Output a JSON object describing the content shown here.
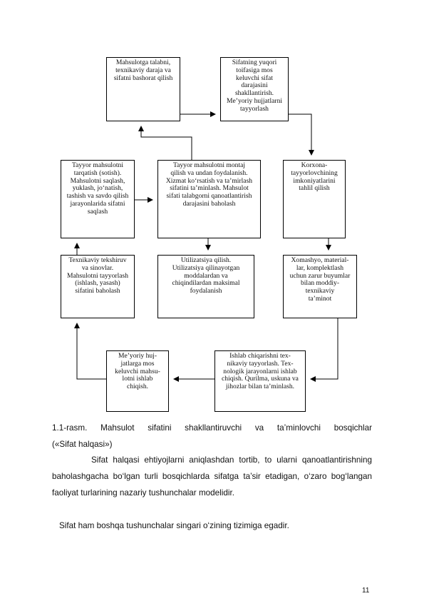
{
  "diagram": {
    "boxes": {
      "b1": "Mahsulotga talabni,\ntexnikaviy daraja va\nsifatni bashorat qilish",
      "b2": "Sifatning yuqori\ntoifasiga mos\nkeluvchi sifat\ndarajasini\nshakllantirish.\nMe’yoriy hujjatlarni\ntayyorlash",
      "b3": "Tayyor mahsulotni\ntarqatish (sotish).\nMahsulotni saqlash,\nyuklash, jo‘natish,\ntashish va savdo qilish\njarayonlarida sifatni\nsaqlash",
      "b4": "Tayyor mahsulotni montaj\nqilish va undan foydalanish.\nXizmat ko‘rsatish va ta’mirlash\nsifatini ta’minlash. Mahsulot\nsifati talabgorni qanoatlantirish\ndarajasini baholash",
      "b5": "Korxona-\ntayyorlovchining\nimkoniyatlarini\ntahlil qilish",
      "b6": "Texnikaviy tekshiruv\nva sinovlar.\nMahsulotni tayyorlash\n(ishlash, yasash)\nsifatini baholash",
      "b7": "Utilizatsiya qilish.\nUtilizatsiya qilinayotgan\nmoddalardan va\nchiqindilardan maksimal\nfoydalanish",
      "b8": "Xomashyo, material-\nlar, komplektlash\nuchun zarur buyumlar\nbilan moddiy-\ntexnikaviy\nta’minot",
      "b9": "Me’yoriy huj-\njatlarga mos\nkeluvchi mahsu-\nlotni ishlab\nchiqish.",
      "b10": "Ishlab chiqarishni tex-\nnikaviy tayyorlash. Tex-\nnologik jarayonlarni ishlab\nchiqish. Qurilma, uskuna va\njihozlar bilan ta’minlash."
    }
  },
  "caption": {
    "line1": "1.1-rasm.  Mahsulot  sifatini  shakllantiruvchi  va  ta’minlovchi  bosqichlar",
    "line2": "(«Sifat halqasi»)"
  },
  "body": {
    "paragraph1": "Sifat  halqasi  ehtiyojlarni  aniqlashdan  tortib,  to  ularni qanoatlantirishning baholashgacha bo‘lgan turli bosqichlarda sifatga ta’sir etadigan,  o‘zaro  bog‘langan  faoliyat  turlarining  nazariy  tushunchalar modelidir.",
    "paragraph2": "Sifat ham boshqa tushunchalar singari o‘zining tizimiga egadir."
  },
  "page_number": "11"
}
